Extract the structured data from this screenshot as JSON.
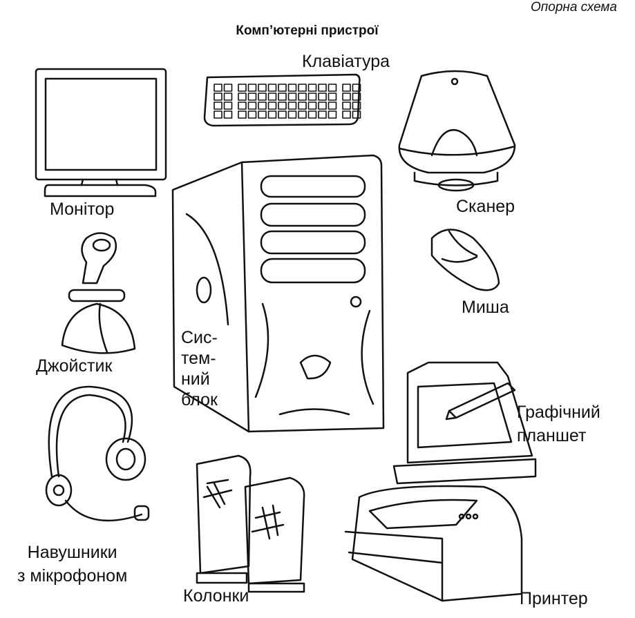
{
  "header": "Опорна схема",
  "title": "Комп’ютерні пристрої",
  "labels": {
    "keyboard": "Клавіатура",
    "monitor": "Монітор",
    "scanner": "Сканер",
    "system_unit": [
      "Сис-",
      "тем-",
      "ний",
      "блок"
    ],
    "joystick": "Джойстик",
    "mouse": "Миша",
    "tablet": [
      "Графічний",
      "планшет"
    ],
    "headphones": [
      "Навушники",
      "з мікрофоном"
    ],
    "speakers": "Колонки",
    "printer": "Принтер"
  }
}
